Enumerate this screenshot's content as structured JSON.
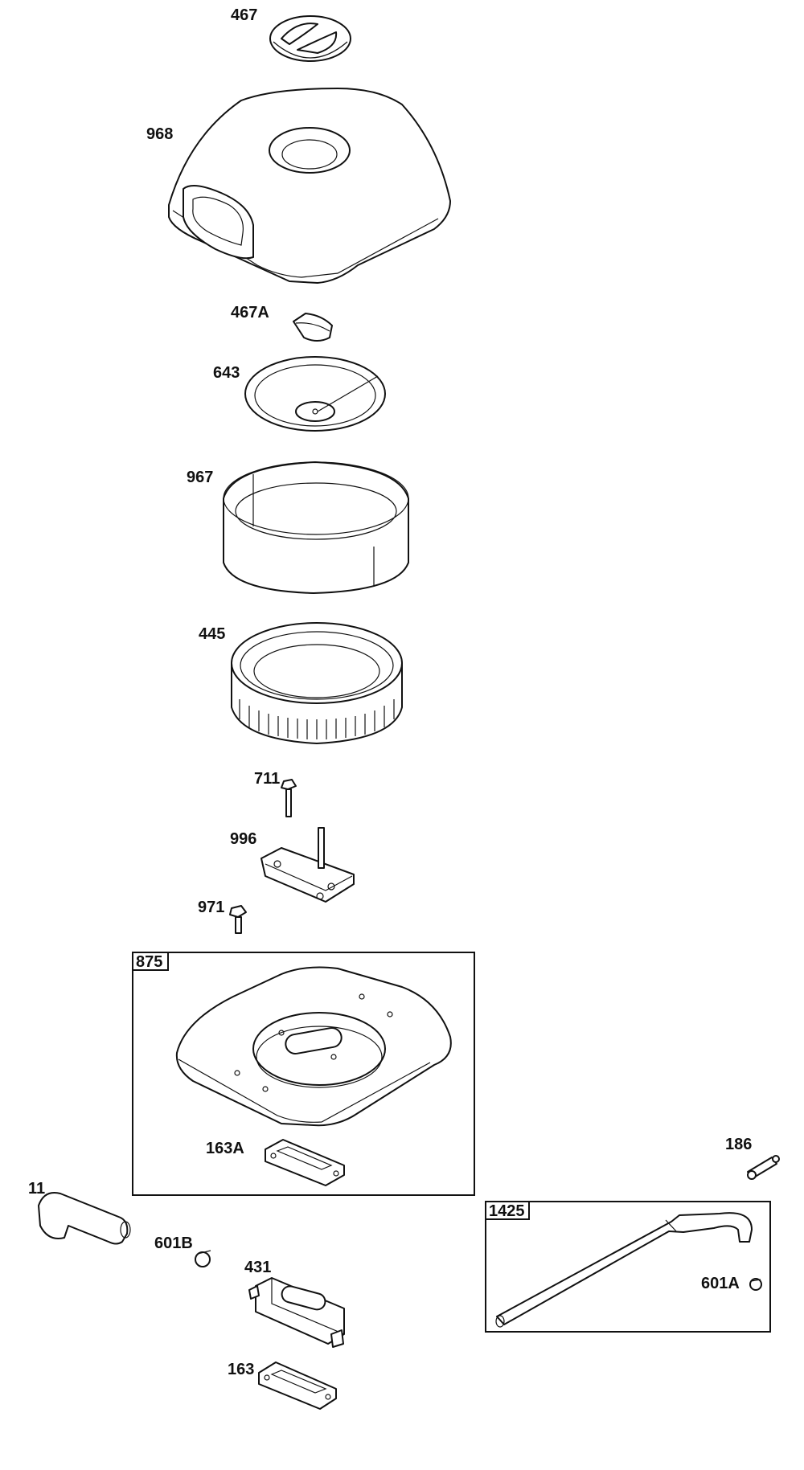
{
  "diagram": {
    "callouts": [
      {
        "id": "p467",
        "label": "467"
      },
      {
        "id": "p968",
        "label": "968"
      },
      {
        "id": "p467A",
        "label": "467A"
      },
      {
        "id": "p643",
        "label": "643"
      },
      {
        "id": "p967",
        "label": "967"
      },
      {
        "id": "p445",
        "label": "445"
      },
      {
        "id": "p711",
        "label": "711"
      },
      {
        "id": "p996",
        "label": "996"
      },
      {
        "id": "p971",
        "label": "971"
      },
      {
        "id": "p163A",
        "label": "163A"
      },
      {
        "id": "p186",
        "label": "186"
      },
      {
        "id": "p11",
        "label": "11"
      },
      {
        "id": "p601B",
        "label": "601B"
      },
      {
        "id": "p431",
        "label": "431"
      },
      {
        "id": "p601A",
        "label": "601A"
      },
      {
        "id": "p163",
        "label": "163"
      }
    ],
    "kits": [
      {
        "id": "kit875",
        "label": "875"
      },
      {
        "id": "kit1425",
        "label": "1425"
      }
    ]
  }
}
